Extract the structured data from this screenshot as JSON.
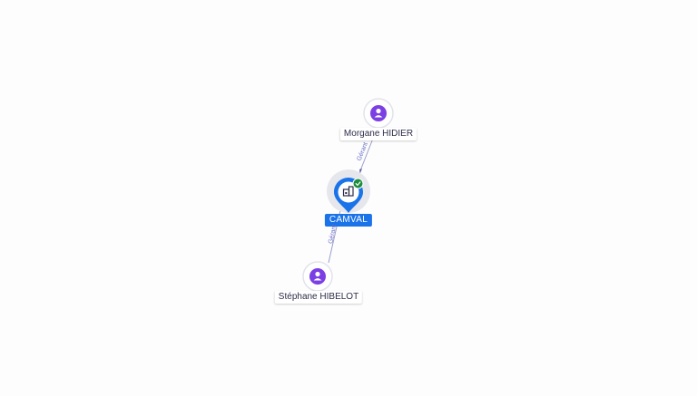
{
  "nodes": {
    "company": {
      "label": "CAMVAL",
      "icon": "building-icon",
      "status_icon": "check-badge-icon",
      "color": "#1a73e8",
      "status_color": "#1e8e3e"
    },
    "person_top": {
      "label": "Morgane HIDIER",
      "icon": "person-icon",
      "color": "#7b3fe4"
    },
    "person_bottom": {
      "label": "Stéphane HIBELOT",
      "icon": "person-icon",
      "color": "#7b3fe4"
    }
  },
  "edges": [
    {
      "from": "person_top",
      "to": "company",
      "label": "Gérant"
    },
    {
      "from": "person_bottom",
      "to": "company",
      "label": "Gérant"
    }
  ]
}
